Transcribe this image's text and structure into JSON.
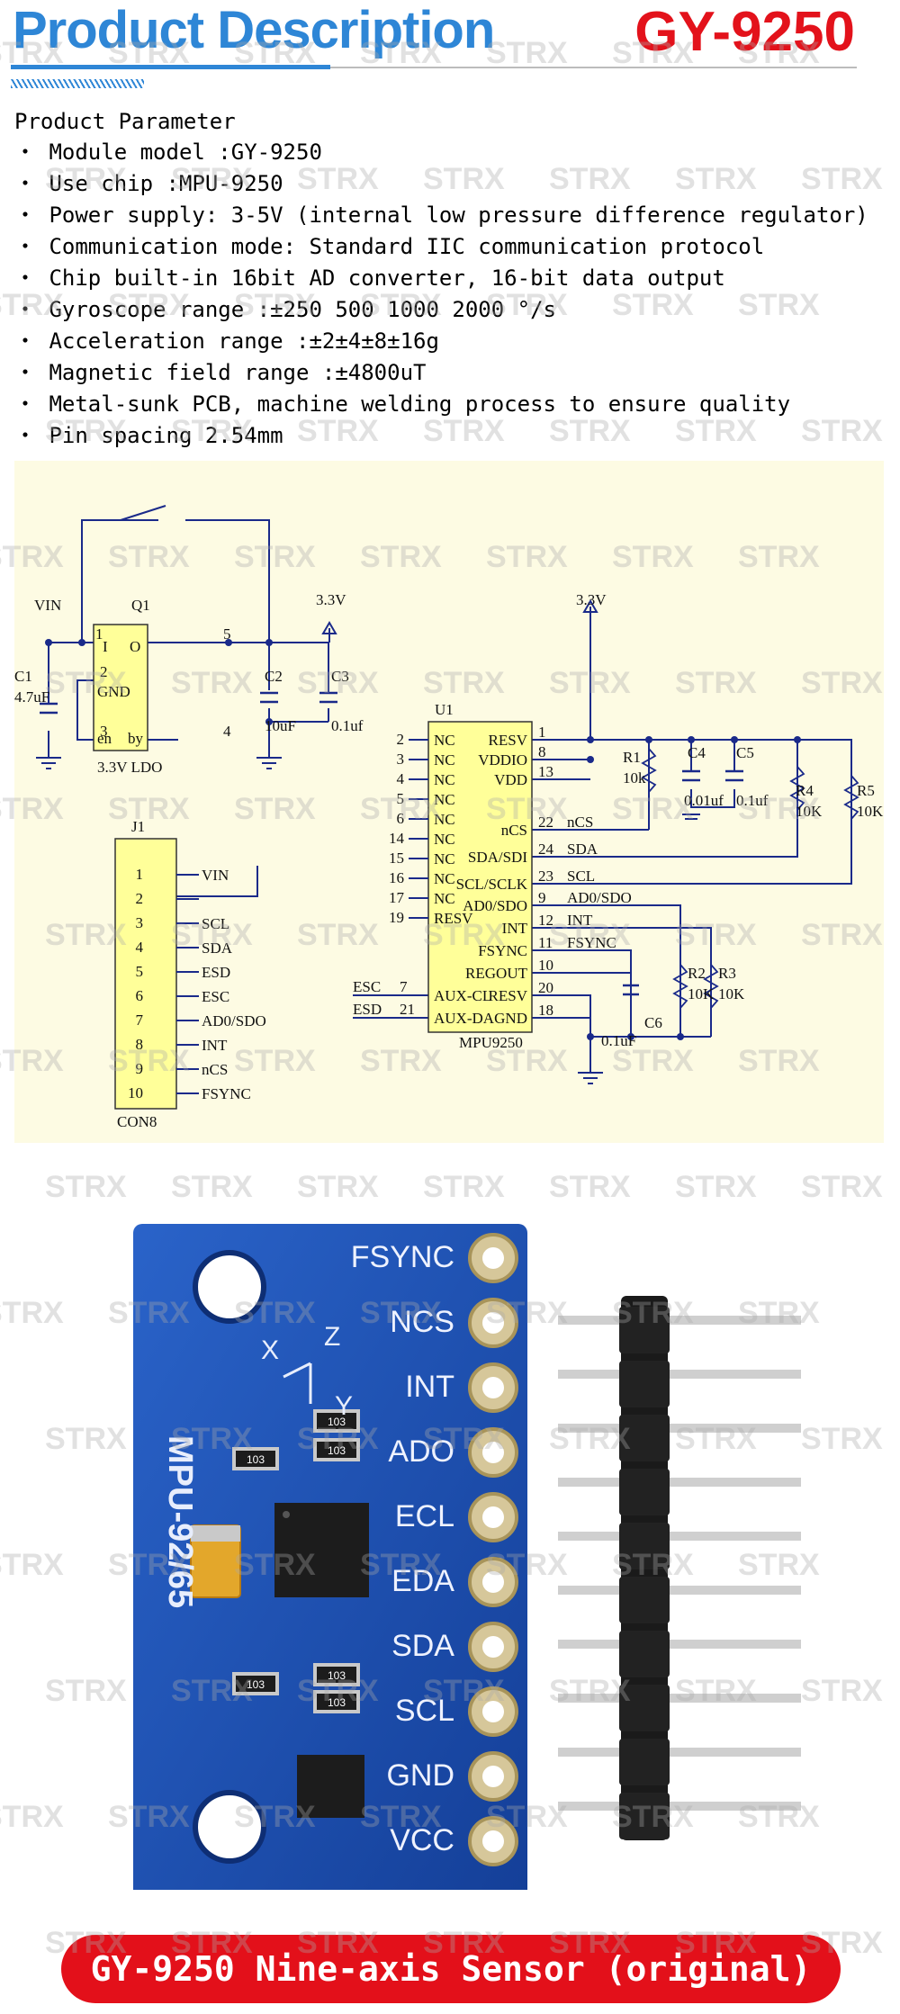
{
  "header": {
    "title": "Product Description",
    "model": "GY-9250"
  },
  "params": {
    "heading": "Product Parameter",
    "bullet": "・",
    "items": [
      "Module model :GY-9250",
      "Use chip :MPU-9250",
      "Power supply: 3-5V (internal low pressure difference regulator)",
      "Communication mode: Standard IIC communication protocol",
      "Chip built-in 16bit AD converter, 16-bit data output",
      "Gyroscope range :±250 500 1000 2000 °/s",
      "Acceleration range :±2±4±8±16g",
      "Magnetic field range :±4800uT",
      "Metal-sunk PCB, machine welding process to ensure quality",
      "Pin spacing 2.54mm"
    ]
  },
  "schematic": {
    "ldo": {
      "ref": "Q1",
      "label": "3.3V LDO",
      "pin_i": "I",
      "pin_o": "O",
      "pin_gnd": "GND",
      "pin_en": "en",
      "pin_by": "by",
      "n1": "1",
      "n2": "2",
      "n3": "3",
      "n4": "4",
      "n5": "5"
    },
    "vin": "VIN",
    "v33a": "3.3V",
    "v33b": "3.3V",
    "c1": "C1",
    "c1v": "4.7uF",
    "c2": "C2",
    "c2v": "10uF",
    "c3": "C3",
    "c3v": "0.1uf",
    "u1": {
      "ref": "U1",
      "name": "MPU9250",
      "left_pins": [
        {
          "num": "2",
          "name": "NC"
        },
        {
          "num": "3",
          "name": "NC"
        },
        {
          "num": "4",
          "name": "NC"
        },
        {
          "num": "5",
          "name": "NC"
        },
        {
          "num": "6",
          "name": "NC"
        },
        {
          "num": "14",
          "name": "NC"
        },
        {
          "num": "15",
          "name": "NC"
        },
        {
          "num": "16",
          "name": "NC"
        },
        {
          "num": "17",
          "name": "NC"
        },
        {
          "num": "19",
          "name": "RESV"
        }
      ],
      "aux_pins": [
        {
          "num": "7",
          "name": "AUX-CL",
          "net": "ESC"
        },
        {
          "num": "21",
          "name": "AUX-DA",
          "net": "ESD"
        }
      ],
      "right_pins": [
        {
          "num": "1",
          "name": "RESV",
          "net": ""
        },
        {
          "num": "8",
          "name": "VDDIO",
          "net": ""
        },
        {
          "num": "13",
          "name": "VDD",
          "net": ""
        },
        {
          "num": "22",
          "name": "nCS",
          "net": "nCS"
        },
        {
          "num": "24",
          "name": "SDA/SDI",
          "net": "SDA"
        },
        {
          "num": "23",
          "name": "SCL/SCLK",
          "net": "SCL"
        },
        {
          "num": "9",
          "name": "AD0/SDO",
          "net": "AD0/SDO"
        },
        {
          "num": "12",
          "name": "INT",
          "net": "INT"
        },
        {
          "num": "11",
          "name": "FSYNC",
          "net": "FSYNC"
        },
        {
          "num": "10",
          "name": "REGOUT",
          "net": ""
        },
        {
          "num": "20",
          "name": "RESV",
          "net": ""
        },
        {
          "num": "18",
          "name": "GND",
          "net": ""
        }
      ]
    },
    "r1": "R1",
    "r1v": "10k",
    "c4": "C4",
    "c4v": "0.01uf",
    "c5": "C5",
    "c5v": "0.1uf",
    "r4": "R4",
    "r4v": "10K",
    "r5": "R5",
    "r5v": "10K",
    "r2": "R2",
    "r2v": "10K",
    "r3": "R3",
    "r3v": "10K",
    "c6": "C6",
    "c6v": "0.1uF",
    "j1": {
      "ref": "J1",
      "name": "CON8",
      "pins": [
        {
          "num": "1",
          "name": "VIN"
        },
        {
          "num": "2",
          "name": ""
        },
        {
          "num": "3",
          "name": "SCL"
        },
        {
          "num": "4",
          "name": "SDA"
        },
        {
          "num": "5",
          "name": "ESD"
        },
        {
          "num": "6",
          "name": "ESC"
        },
        {
          "num": "7",
          "name": "AD0/SDO"
        },
        {
          "num": "8",
          "name": "INT"
        },
        {
          "num": "9",
          "name": "nCS"
        },
        {
          "num": "10",
          "name": "FSYNC"
        }
      ]
    }
  },
  "board": {
    "pins": [
      "FSYNC",
      "NCS",
      "INT",
      "ADO",
      "ECL",
      "EDA",
      "SDA",
      "SCL",
      "GND",
      "VCC"
    ],
    "chip_label": "MPU-92/65",
    "axis_x": "X",
    "axis_y": "Y",
    "axis_z": "Z",
    "smd_labels": [
      "103",
      "103",
      "103",
      "103",
      "103",
      "103"
    ]
  },
  "banner": {
    "text": "GY-9250 Nine-axis Sensor (original)"
  },
  "watermark": "STRX",
  "colors": {
    "title_blue": "#2e86d6",
    "model_red": "#e3121b",
    "banner_red": "#e3101a",
    "schematic_bg": "#fdfbe3",
    "pcb_blue": "#1e4fb0"
  }
}
